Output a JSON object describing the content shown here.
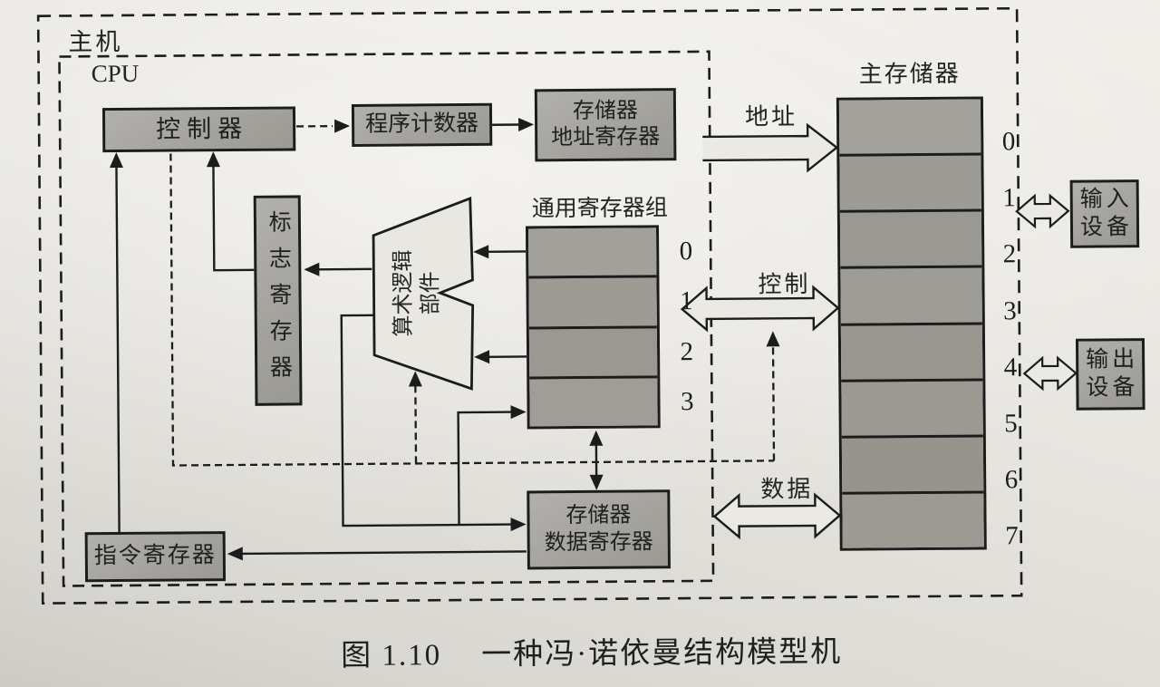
{
  "figure": {
    "host_label": "主机",
    "cpu_label": "CPU",
    "caption_figure": "图 1.10",
    "caption_title": "一种冯·诺依曼结构模型机"
  },
  "blocks": {
    "controller": "控制器",
    "program_counter": "程序计数器",
    "mar_line1": "存储器",
    "mar_line2": "地址寄存器",
    "flag_register": "标志寄存器",
    "alu_line1": "算术逻辑",
    "alu_line2": "部件",
    "register_file_label": "通用寄存器组",
    "main_memory_label": "主存储器",
    "mdr_line1": "存储器",
    "mdr_line2": "数据寄存器",
    "instruction_register": "指令寄存器",
    "input_line1": "输入",
    "input_line2": "设备",
    "output_line1": "输出",
    "output_line2": "设备"
  },
  "buses": {
    "address": "地址",
    "control": "控制",
    "data": "数据"
  },
  "memory_cells": [
    "0",
    "1",
    "2",
    "3",
    "4",
    "5",
    "6",
    "7"
  ],
  "register_cells": [
    "0",
    "1",
    "2",
    "3"
  ],
  "colors": {
    "paper": "#e7e5e0",
    "box_fill": "#a6a49f",
    "ink": "#1f1f1f"
  }
}
